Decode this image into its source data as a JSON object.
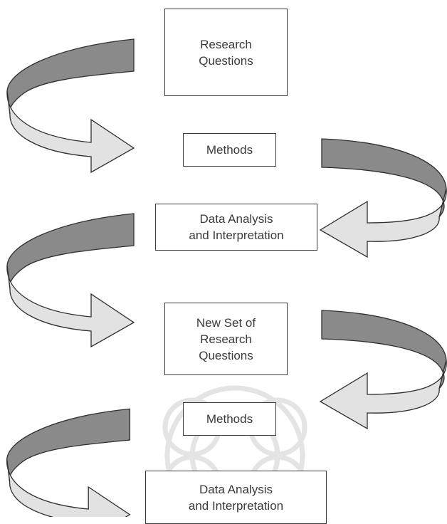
{
  "diagram": {
    "steps": [
      {
        "label": "Research\nQuestions"
      },
      {
        "label": "Methods"
      },
      {
        "label": "Data Analysis\nand Interpretation"
      },
      {
        "label": "New Set of\nResearch\nQuestions"
      },
      {
        "label": "Methods"
      },
      {
        "label": "Data Analysis\nand Interpretation"
      }
    ]
  },
  "colors": {
    "arrow_back": "#8a8a8a",
    "arrow_front": "#e2e2e2",
    "stroke": "#2f2f2f",
    "box_border": "#3a3a3a",
    "text": "#3a3a3a",
    "watermark": "#e4e4e4"
  }
}
